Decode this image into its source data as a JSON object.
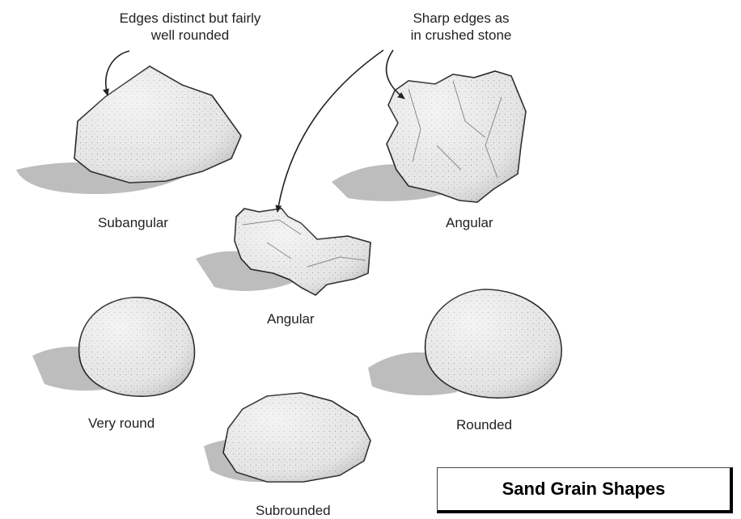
{
  "annotations": {
    "subangular_note": [
      "Edges distinct but fairly",
      "well rounded"
    ],
    "angular_note": [
      "Sharp edges as",
      "in crushed stone"
    ]
  },
  "grains": [
    {
      "label": "Subangular"
    },
    {
      "label": "Angular"
    },
    {
      "label": "Angular"
    },
    {
      "label": "Very round"
    },
    {
      "label": "Rounded"
    },
    {
      "label": "Subrounded"
    }
  ],
  "title": "Sand Grain Shapes",
  "colors": {
    "stone_fill": "#e6e6e6",
    "stone_outline": "#222222",
    "shadow": "#b9b9b9",
    "title_border": "#000000"
  }
}
